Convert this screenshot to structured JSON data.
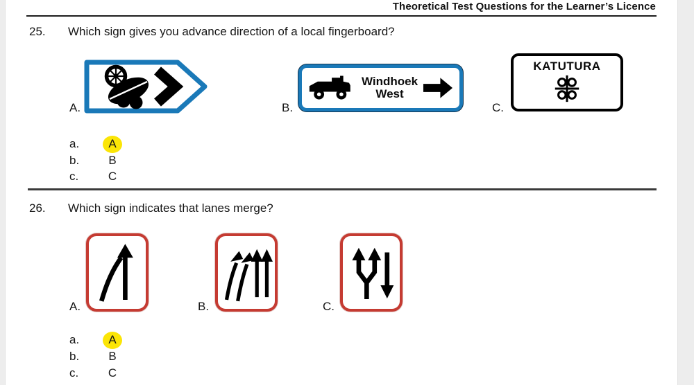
{
  "page": {
    "header": "Theoretical Test Questions for the Learner’s Licence"
  },
  "colors": {
    "sign_blue": "#1a79b8",
    "sign_red": "#c53b32",
    "highlight_yellow": "#fbe506"
  },
  "q25": {
    "number": "25.",
    "question": "Which sign gives you advance direction of a local fingerboard?",
    "options": [
      {
        "label": "A.",
        "icon": "blue-fingerboard-chevron-sign"
      },
      {
        "label": "B.",
        "icon": "blue-destination-truck-sign",
        "line1": "Windhoek",
        "line2": "West"
      },
      {
        "label": "C.",
        "icon": "black-border-emblem-sign",
        "text": "KATUTURA"
      }
    ],
    "answers": [
      {
        "key": "a.",
        "value": "A",
        "highlighted": true
      },
      {
        "key": "b.",
        "value": "B",
        "highlighted": false
      },
      {
        "key": "c.",
        "value": "C",
        "highlighted": false
      }
    ]
  },
  "q26": {
    "number": "26.",
    "question": "Which sign indicates that lanes merge?",
    "options": [
      {
        "label": "A.",
        "icon": "lanes-merge-sign"
      },
      {
        "label": "B.",
        "icon": "additional-lanes-arrows-sign"
      },
      {
        "label": "C.",
        "icon": "two-way-split-sign"
      }
    ],
    "answers": [
      {
        "key": "a.",
        "value": "A",
        "highlighted": true
      },
      {
        "key": "b.",
        "value": "B",
        "highlighted": false
      },
      {
        "key": "c.",
        "value": "C",
        "highlighted": false
      }
    ]
  }
}
